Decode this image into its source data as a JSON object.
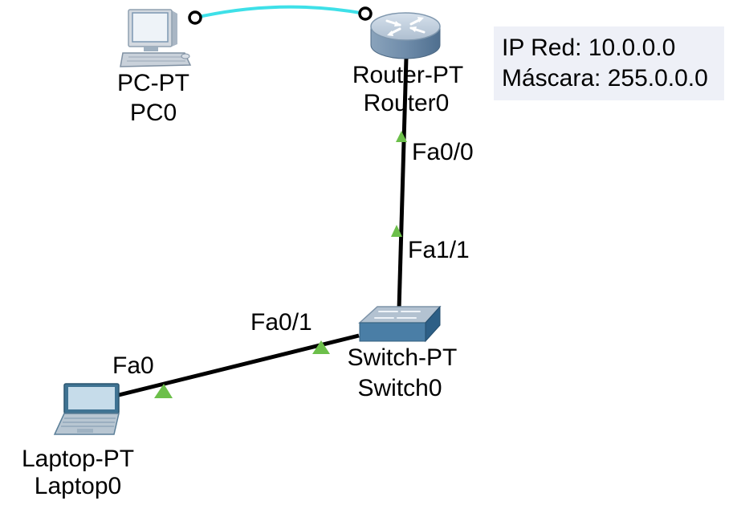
{
  "devices": {
    "pc": {
      "model": "PC-PT",
      "name": "PC0"
    },
    "router": {
      "model": "Router-PT",
      "name": "Router0"
    },
    "switch": {
      "model": "Switch-PT",
      "name": "Switch0"
    },
    "laptop": {
      "model": "Laptop-PT",
      "name": "Laptop0"
    }
  },
  "links": {
    "router_switch": {
      "port_router": "Fa0/0",
      "port_switch": "Fa1/1"
    },
    "switch_laptop": {
      "port_switch": "Fa0/1",
      "port_laptop": "Fa0"
    }
  },
  "note": {
    "lines": [
      "IP Red: 10.0.0.0",
      "Máscara: 255.0.0.0"
    ]
  },
  "icons": [
    "pc-icon",
    "router-icon",
    "switch-icon",
    "laptop-icon",
    "link-light-icon"
  ],
  "colors": {
    "background": "#ffffff",
    "console_cable": "#3ee0e8",
    "ethernet_cable": "#000000",
    "link_up": "#6cbf4a",
    "note_background": "#eef0f7"
  }
}
